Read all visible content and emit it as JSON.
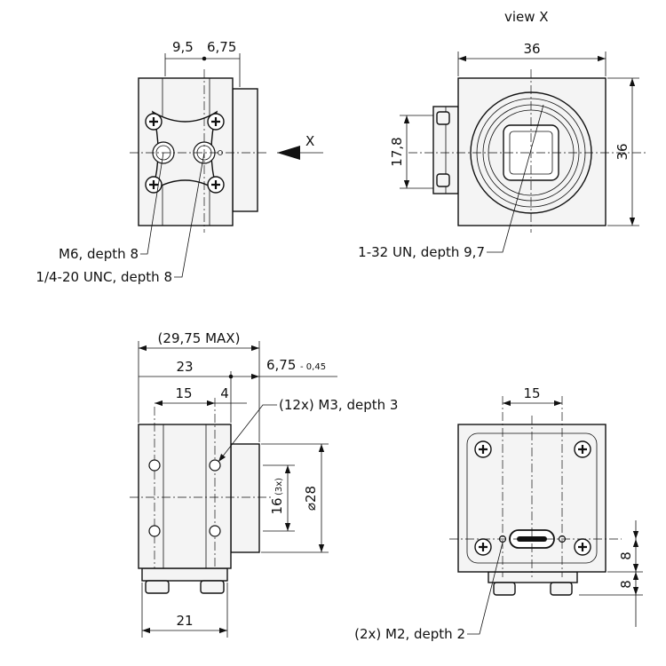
{
  "drawing": {
    "view_x_title": "view X",
    "x_arrow_label": "X",
    "top_left": {
      "dim_left": "9,5",
      "dim_right": "6,75",
      "callout_m6": "M6, depth 8",
      "callout_unc": "1/4-20 UNC, depth 8"
    },
    "top_right": {
      "dim_width": "36",
      "dim_height": "36",
      "dim_offset": "17,8",
      "callout_thread": "1-32 UN, depth 9,7"
    },
    "bottom_left": {
      "dim_max": "(29,75 MAX)",
      "dim_23": "23",
      "dim_675": "6,75",
      "dim_tol": "- 0,45",
      "dim_15": "15",
      "dim_4": "4",
      "callout_m3": "(12x) M3, depth 3",
      "dim_16": "16",
      "dim_16_note": "(3x)",
      "dim_diam": "⌀28",
      "dim_21": "21"
    },
    "bottom_right": {
      "dim_15": "15",
      "dim_8_upper": "8",
      "dim_8_lower": "8",
      "callout_m2": "(2x) M2, depth 2"
    }
  }
}
